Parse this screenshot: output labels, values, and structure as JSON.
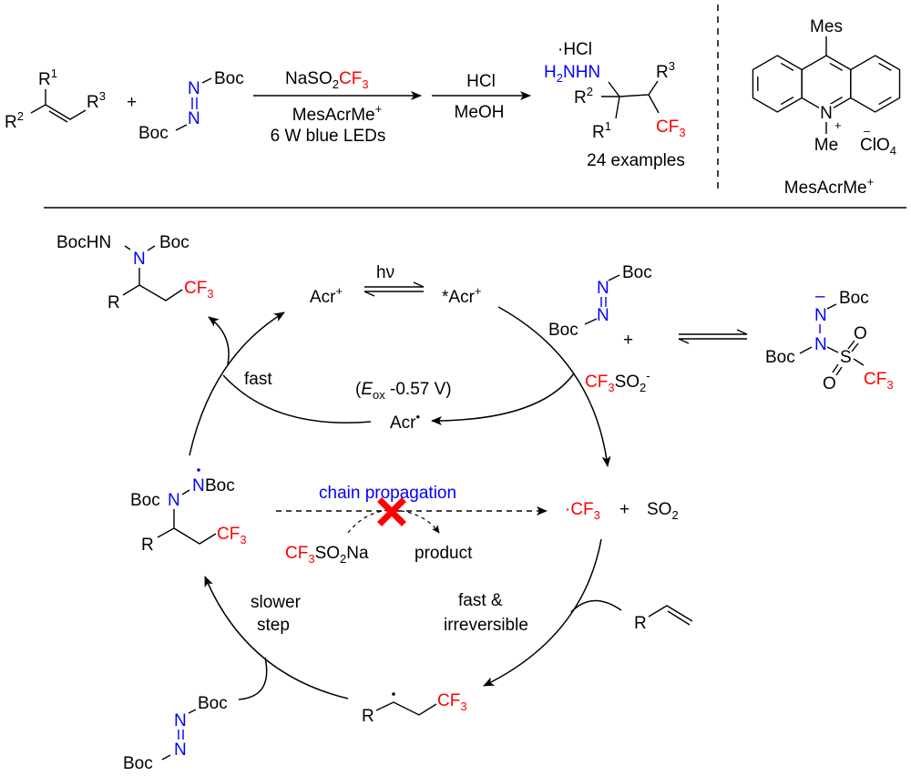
{
  "colors": {
    "cf3": "#ff0000",
    "nitrogen": "#0000ff",
    "block": "#ff0000"
  },
  "scheme": {
    "alkene": {
      "r1": [
        "R",
        "1"
      ],
      "r2": [
        "R",
        "2"
      ],
      "r3": [
        "R",
        "3"
      ]
    },
    "plus": "+",
    "azo": {
      "n": "N",
      "boc": "Boc"
    },
    "step1": {
      "above": [
        "NaSO",
        "2",
        "CF",
        "3"
      ],
      "below1": [
        "MesAcrMe",
        "+"
      ],
      "below2": "6 W blue LEDs"
    },
    "step2": {
      "above": "HCl",
      "below": "MeOH"
    },
    "product": {
      "salt": "·HCl",
      "hydrazine": [
        "H",
        "2",
        "NHN"
      ],
      "r1": [
        "R",
        "1"
      ],
      "r2": [
        "R",
        "2"
      ],
      "r3": [
        "R",
        "3"
      ],
      "cf3": [
        "CF",
        "3"
      ],
      "examples": "24 examples"
    },
    "catalyst": {
      "mes": "Mes",
      "n": "N",
      "charge": "+",
      "me": "Me",
      "anion_charge": "–",
      "anion": [
        "ClO",
        "4"
      ],
      "name": [
        "MesAcrMe",
        "+"
      ]
    }
  },
  "mechanism": {
    "product": {
      "bochn": "BocHN",
      "n": "N",
      "boc": "Boc",
      "r": "R",
      "cf3": [
        "CF",
        "3"
      ]
    },
    "acr_plus": [
      "Acr",
      "+"
    ],
    "hv": "hν",
    "acr_excited": [
      "*Acr",
      "+"
    ],
    "azo": {
      "n": "N",
      "boc": "Boc"
    },
    "plus": "+",
    "sulfinate": [
      "CF",
      "3",
      "SO",
      "2",
      "-"
    ],
    "adduct": {
      "minus": "–",
      "n": "N",
      "boc": "Boc",
      "s": "S",
      "o": "O",
      "cf3": [
        "CF",
        "3"
      ]
    },
    "fast": "fast",
    "eox": [
      "(",
      "E",
      "ox",
      " -0.57 V)"
    ],
    "acr_radical": [
      "Acr",
      "•"
    ],
    "n_radical": {
      "boc": "Boc",
      "n": "N",
      "nboc_n": "N",
      "nboc_boc": "Boc",
      "r": "R",
      "cf3": [
        "CF",
        "3"
      ]
    },
    "chain_propagation": "chain propagation",
    "chain_reagent": [
      "CF",
      "3",
      "SO",
      "2",
      "Na"
    ],
    "chain_product": "product",
    "cf3_radical": [
      "·",
      "CF",
      "3"
    ],
    "so2": [
      "SO",
      "2"
    ],
    "fast_irreversible": [
      "fast &",
      "irreversible"
    ],
    "alkene_r": "R",
    "slower_step": [
      "slower",
      "step"
    ],
    "c_radical": {
      "r": "R",
      "cf3": [
        "CF",
        "3"
      ]
    },
    "azo2": {
      "n": "N",
      "boc": "Boc"
    }
  }
}
